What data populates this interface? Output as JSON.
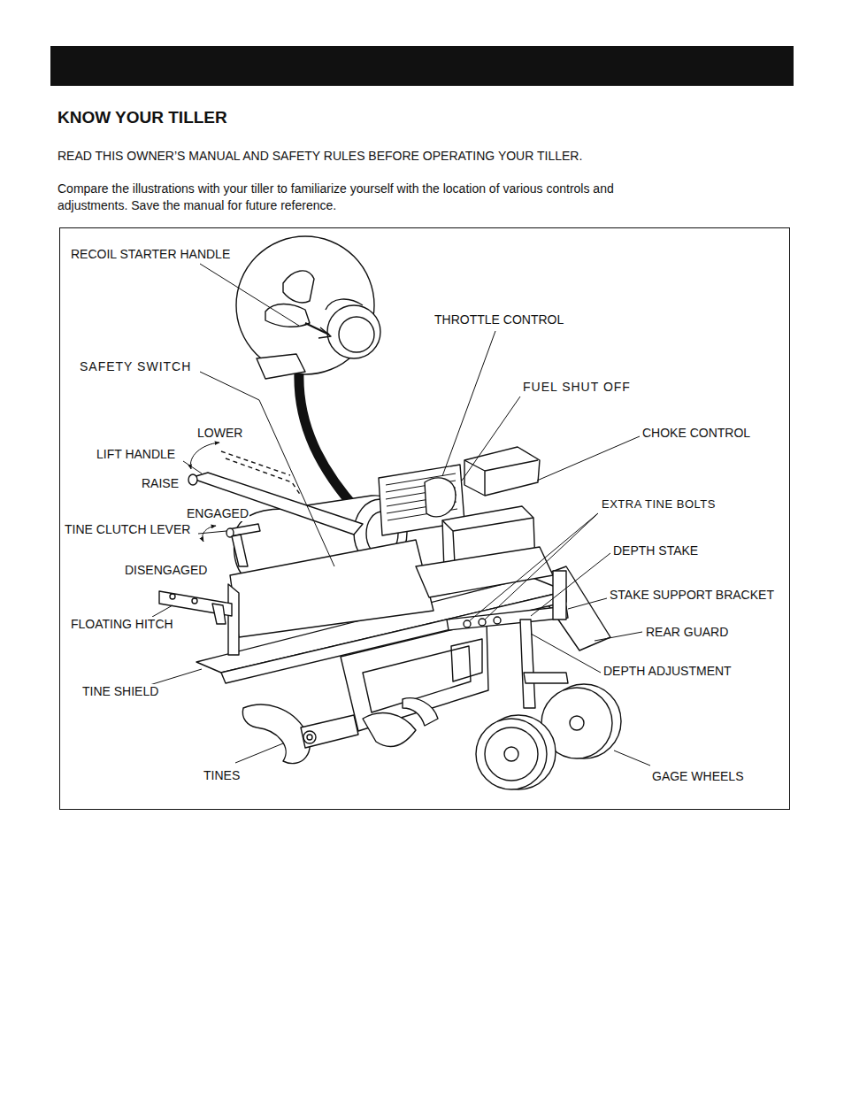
{
  "diagram": {
    "title": "KNOW YOUR TILLER",
    "labels": [
      "READ THIS OWNER’S MANUAL AND SAFETY RULES BEFORE OPERATING YOUR TILLER.",
      "Compare the illustrations with your tiller to familiarize yourself with the location of various controls and adjustments.  Save the manual for future reference.",
      "RECOIL STARTER HANDLE",
      "THROTTLE CONTROL",
      "SAFETY SWITCH",
      "FUEL SHUT OFF",
      "LOWER",
      "CHOKE CONTROL",
      "LIFT HANDLE",
      "RAISE",
      "ENGAGED",
      "EXTRA TINE BOLTS",
      "TINE CLUTCH LEVER",
      "DEPTH STAKE",
      "DISENGAGED",
      "STAKE SUPPORT BRACKET",
      "FLOATING HITCH",
      "REAR GUARD",
      "DEPTH ADJUSTMENT",
      "TINE SHIELD",
      "TINES",
      "GAGE WHEELS"
    ]
  }
}
